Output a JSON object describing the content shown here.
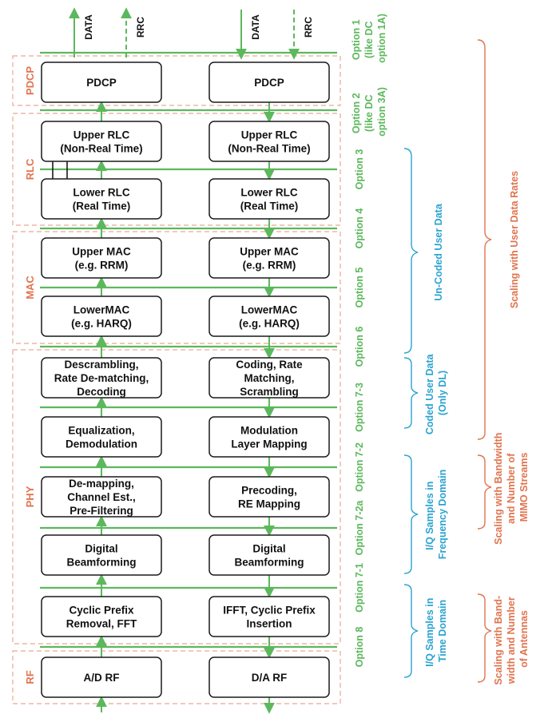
{
  "colors": {
    "green": "#5cb85c",
    "orange": "#e0744f",
    "orange_dashed": "#e8a994",
    "blue": "#2aa3d0"
  },
  "top_labels": {
    "data": "DATA",
    "rrc": "RRC"
  },
  "layers": {
    "pdcp": "PDCP",
    "rlc": "RLC",
    "mac": "MAC",
    "phy": "PHY",
    "rf": "RF"
  },
  "blocks": {
    "left": [
      [
        "PDCP"
      ],
      [
        "Upper RLC",
        "(Non-Real Time)"
      ],
      [
        "Lower RLC",
        "(Real Time)"
      ],
      [
        "Upper MAC",
        "(e.g. RRM)"
      ],
      [
        "LowerMAC",
        "(e.g. HARQ)"
      ],
      [
        "Descrambling,",
        "Rate De-matching,",
        "Decoding"
      ],
      [
        "Equalization,",
        "Demodulation"
      ],
      [
        "De-mapping,",
        "Channel Est.,",
        "Pre-Filtering"
      ],
      [
        "Digital",
        "Beamforming"
      ],
      [
        "Cyclic Prefix",
        "Removal, FFT"
      ],
      [
        "A/D RF"
      ]
    ],
    "right": [
      [
        "PDCP"
      ],
      [
        "Upper RLC",
        "(Non-Real Time)"
      ],
      [
        "Lower RLC",
        "(Real Time)"
      ],
      [
        "Upper MAC",
        "(e.g. RRM)"
      ],
      [
        "LowerMAC",
        "(e.g. HARQ)"
      ],
      [
        "Coding, Rate",
        "Matching,",
        "Scrambling"
      ],
      [
        "Modulation",
        "Layer Mapping"
      ],
      [
        "Precoding,",
        "RE Mapping"
      ],
      [
        "Digital",
        "Beamforming"
      ],
      [
        "IFFT, Cyclic Prefix",
        "Insertion"
      ],
      [
        "D/A RF"
      ]
    ]
  },
  "options": {
    "o1a": "Option 1",
    "o1b": "(like DC",
    "o1c": "option 1A)",
    "o2a": "Option 2",
    "o2b": "(like DC",
    "o2c": "option 3A)",
    "o3": "Option 3",
    "o4": "Option 4",
    "o5": "Option 5",
    "o6": "Option 6",
    "o73": "Option 7-3",
    "o72": "Option 7-2",
    "o72a": "Option 7-2a",
    "o71": "Option 7-1",
    "o8": "Option 8"
  },
  "brackets": {
    "uncoded": "Un-Coded User Data",
    "coded_a": "Coded User Data",
    "coded_b": "(Only DL)",
    "iqfreq_a": "I/Q Samples in",
    "iqfreq_b": "Frequency Domain",
    "iqtime_a": "I/Q Samples in",
    "iqtime_b": "Time Domain",
    "scaling_rates": "Scaling with User Data Rates",
    "scaling_bw_a": "Scaling with Bandwidth",
    "scaling_bw_b": "and Number of",
    "scaling_bw_c": "MIMO Streams",
    "scaling_ant_a": "Scaling with Band-",
    "scaling_ant_b": "width and Number",
    "scaling_ant_c": "of Antennas"
  }
}
